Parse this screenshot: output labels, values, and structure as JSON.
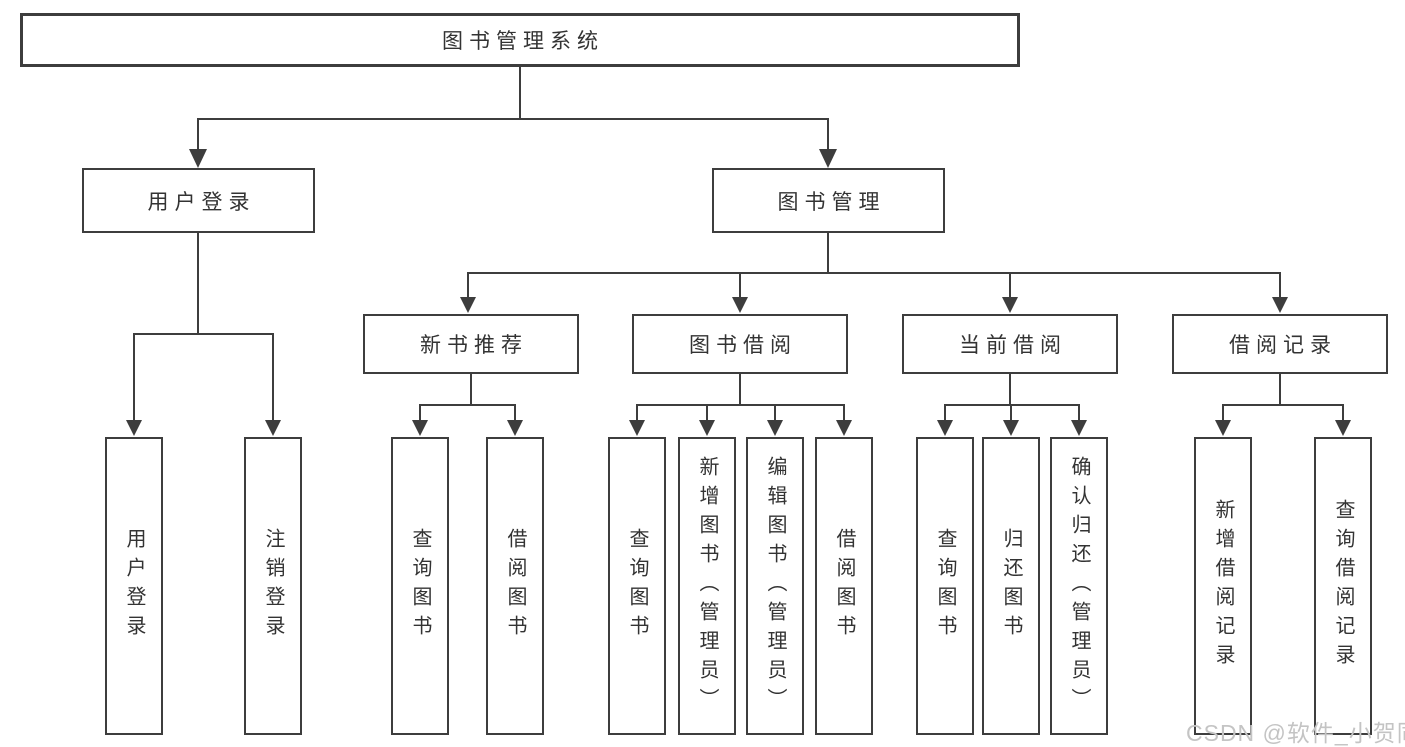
{
  "diagram": {
    "root": {
      "label": "图书管理系统"
    },
    "level2": [
      {
        "label": "用户登录"
      },
      {
        "label": "图书管理"
      }
    ],
    "level3": [
      {
        "label": "新书推荐"
      },
      {
        "label": "图书借阅"
      },
      {
        "label": "当前借阅"
      },
      {
        "label": "借阅记录"
      }
    ],
    "leaves": {
      "user_login": [
        {
          "label": "用户登录"
        },
        {
          "label": "注销登录"
        }
      ],
      "new_book_recommend": [
        {
          "label": "查询图书"
        },
        {
          "label": "借阅图书"
        }
      ],
      "book_borrow": [
        {
          "label": "查询图书"
        },
        {
          "label": "新增图书（管理员）"
        },
        {
          "label": "编辑图书（管理员）"
        },
        {
          "label": "借阅图书"
        }
      ],
      "current_borrow": [
        {
          "label": "查询图书"
        },
        {
          "label": "归还图书"
        },
        {
          "label": "确认归还（管理员）"
        }
      ],
      "borrow_records": [
        {
          "label": "新增借阅记录"
        },
        {
          "label": "查询借阅记录"
        }
      ]
    }
  },
  "watermark": {
    "text": "CSDN @软件_小贺同学"
  },
  "colors": {
    "line": "#3d3d3d",
    "text": "#333333",
    "watermark": "#c4c4c4",
    "background": "#ffffff"
  }
}
